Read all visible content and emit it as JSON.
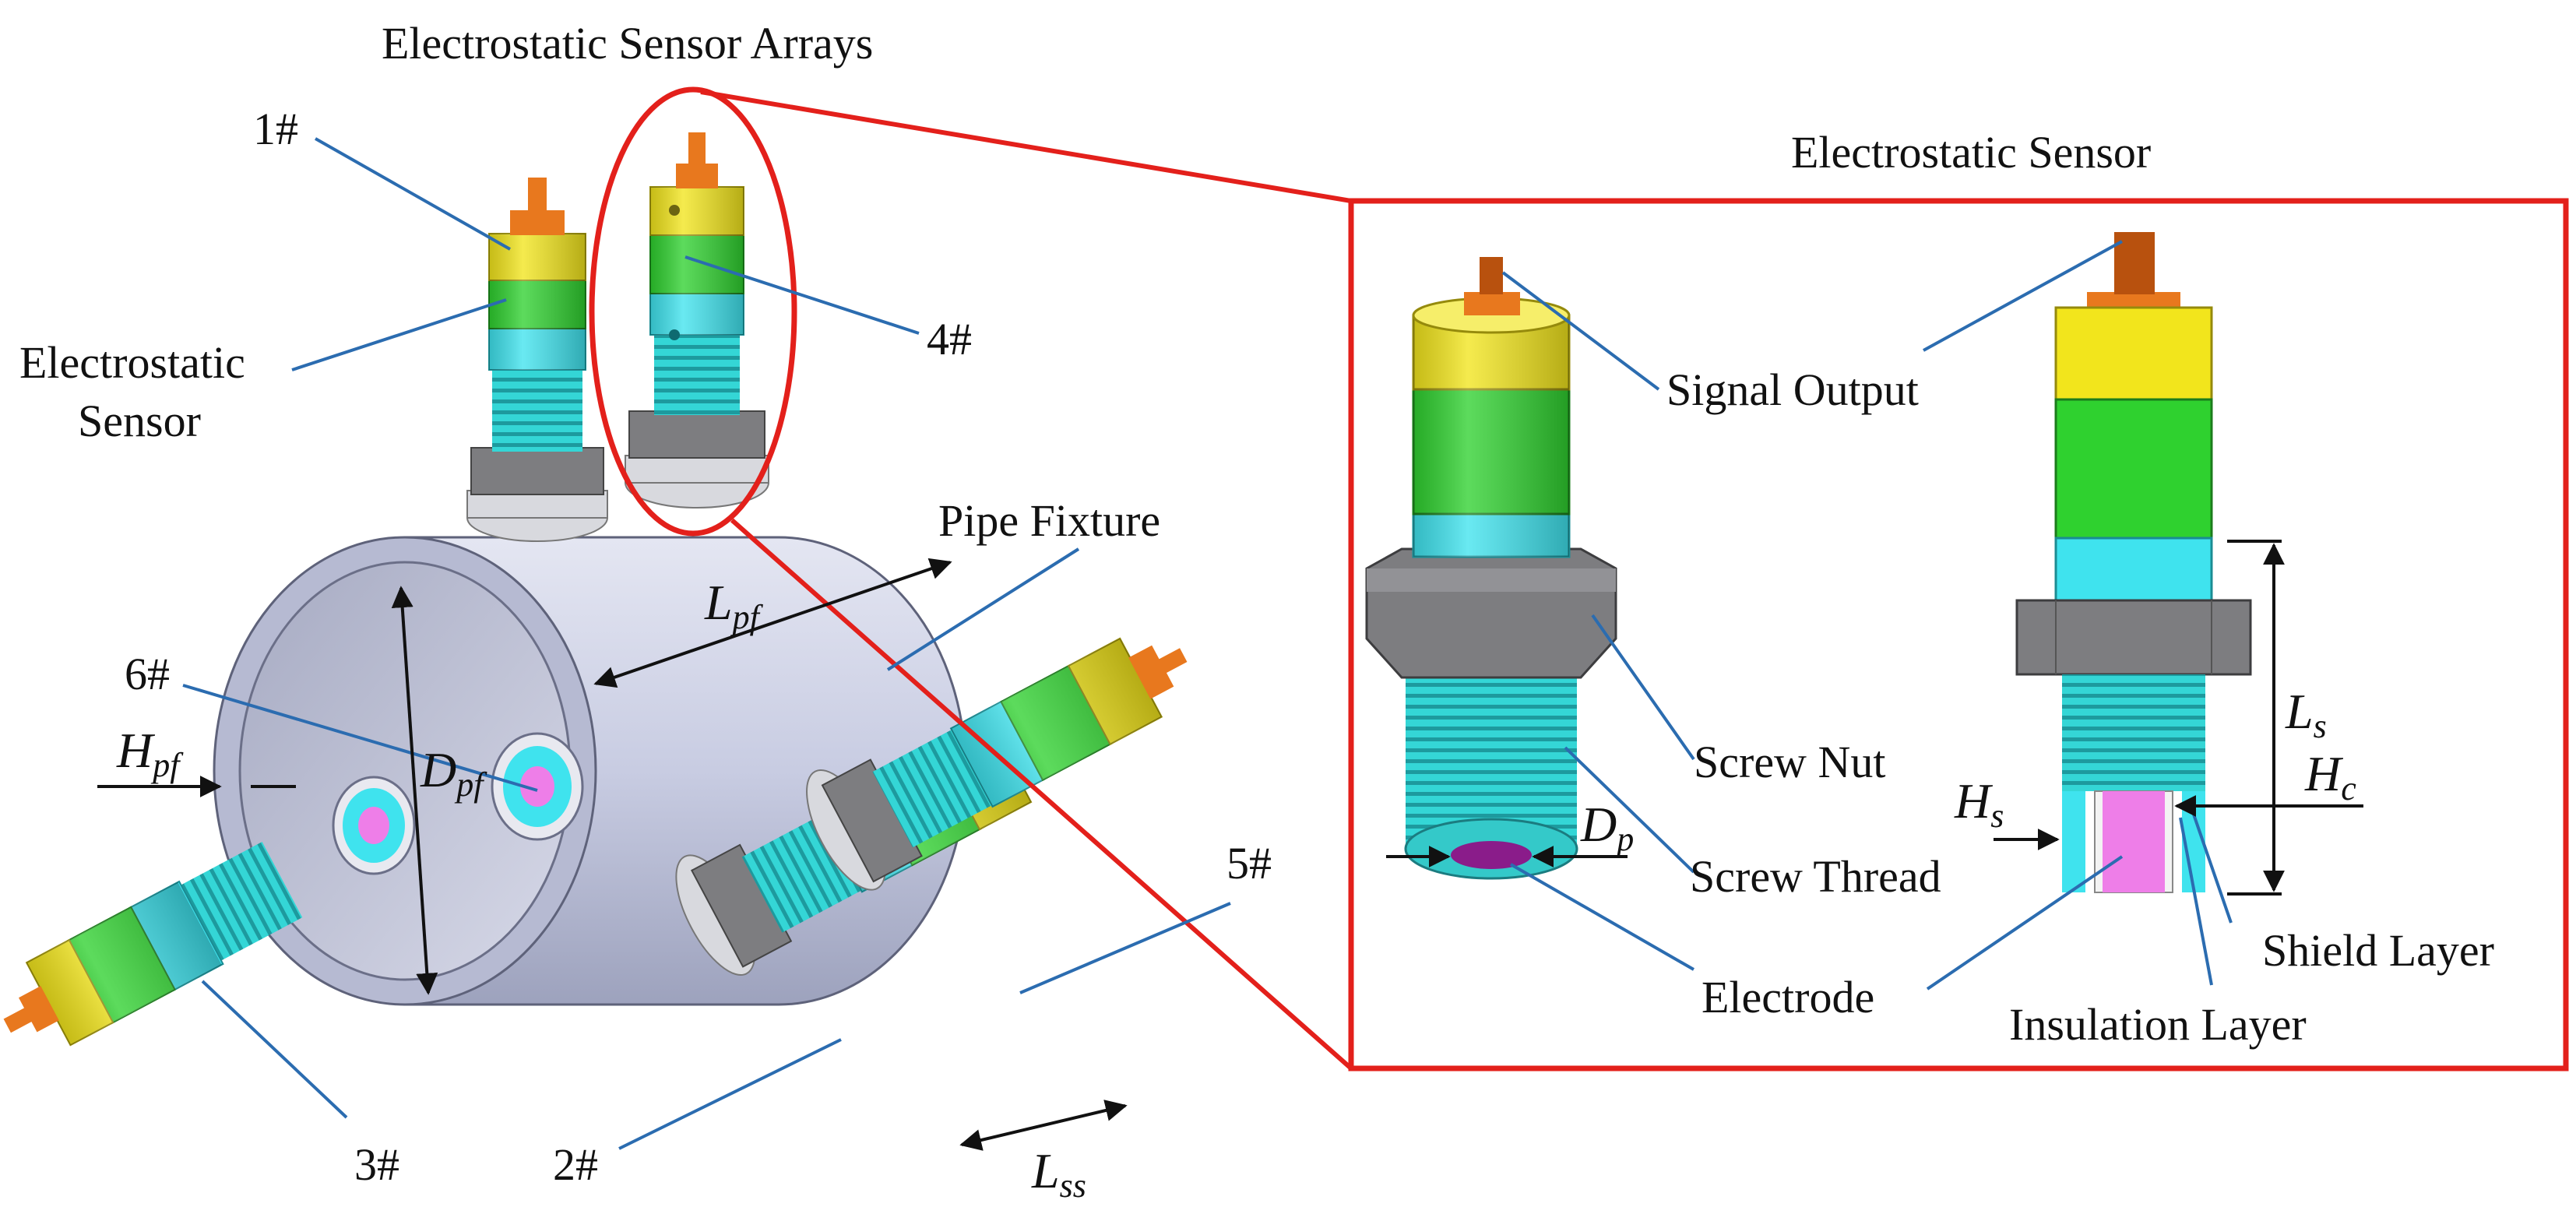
{
  "labels": {
    "arrays_title": "Electrostatic Sensor Arrays",
    "detail_title": "Electrostatic Sensor",
    "sensor_label_line1": "Electrostatic",
    "sensor_label_line2": "Sensor",
    "pipe_fixture": "Pipe Fixture",
    "signal_output": "Signal Output",
    "screw_nut": "Screw Nut",
    "screw_thread": "Screw Thread",
    "electrode": "Electrode",
    "shield_layer": "Shield Layer",
    "insulation_layer": "Insulation Layer"
  },
  "sensor_ids": {
    "s1": "1#",
    "s2": "2#",
    "s3": "3#",
    "s4": "4#",
    "s5": "5#",
    "s6": "6#"
  },
  "dimensions": {
    "lpf": {
      "main": "L",
      "sub": "pf"
    },
    "dpf": {
      "main": "D",
      "sub": "pf"
    },
    "hpf": {
      "main": "H",
      "sub": "pf"
    },
    "lss": {
      "main": "L",
      "sub": "ss"
    },
    "dp": {
      "main": "D",
      "sub": "p"
    },
    "ls": {
      "main": "L",
      "sub": "s"
    },
    "hs": {
      "main": "H",
      "sub": "s"
    },
    "hc": {
      "main": "H",
      "sub": "c"
    }
  },
  "colors": {
    "highlight": "#e3201b",
    "leader": "#2b6cb0",
    "pipe": "#c9cde3",
    "pipe_dark": "#8f94ad",
    "yellow": "#f2e51c",
    "green": "#2fd12f",
    "cyan": "#3fe3ee",
    "nut": "#7d7d80",
    "washer": "#d8d9de",
    "copper": "#e8781e",
    "electrode": "#ee7ee8",
    "electrode_dark": "#8a1c8a"
  }
}
